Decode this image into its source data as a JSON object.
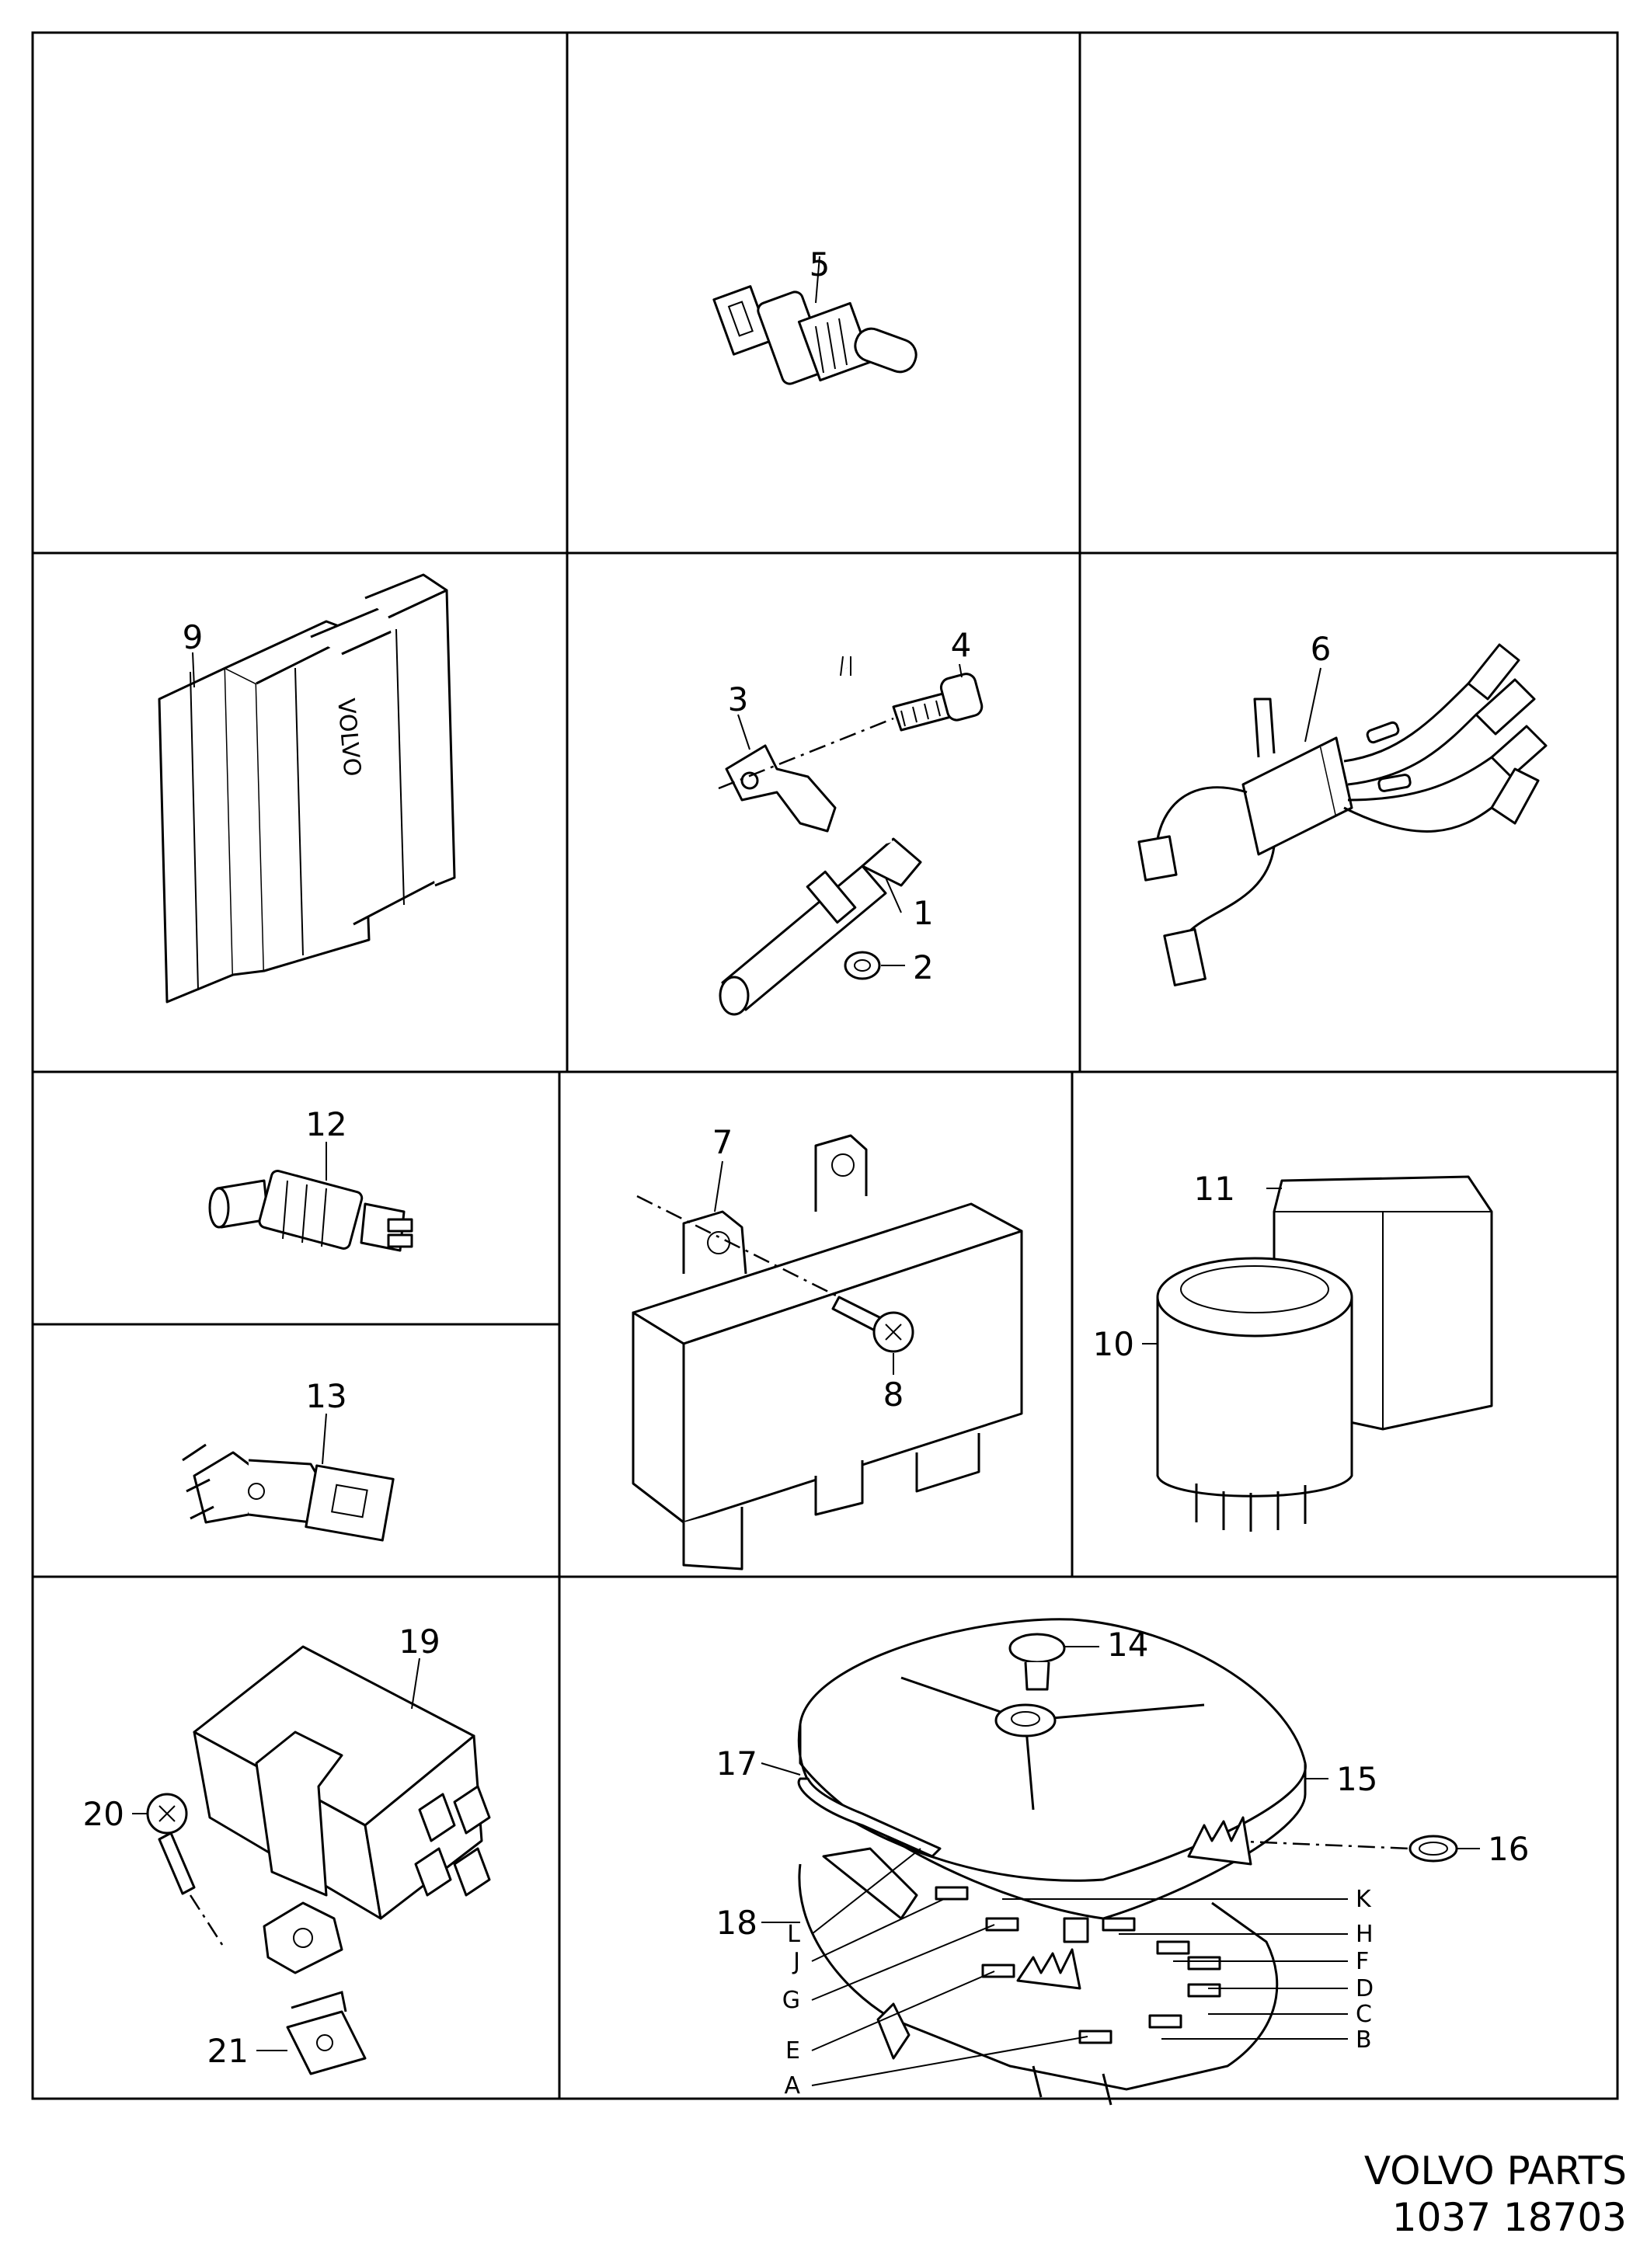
{
  "callouts": {
    "c1": "1",
    "c2": "2",
    "c3": "3",
    "c4": "4",
    "c5": "5",
    "c6": "6",
    "c7": "7",
    "c8": "8",
    "c9": "9",
    "c10": "10",
    "c11": "11",
    "c12": "12",
    "c13": "13",
    "c14": "14",
    "c15": "15",
    "c16": "16",
    "c17": "17",
    "c18": "18",
    "c19": "19",
    "c20": "20",
    "c21": "21"
  },
  "letters": {
    "A": "A",
    "B": "B",
    "C": "C",
    "D": "D",
    "E": "E",
    "F": "F",
    "G": "G",
    "H": "H",
    "J": "J",
    "K": "K",
    "L": "L"
  },
  "part_marking": "VOLVO",
  "footer": {
    "brand": "VOLVO PARTS",
    "code": "1037 18703"
  }
}
